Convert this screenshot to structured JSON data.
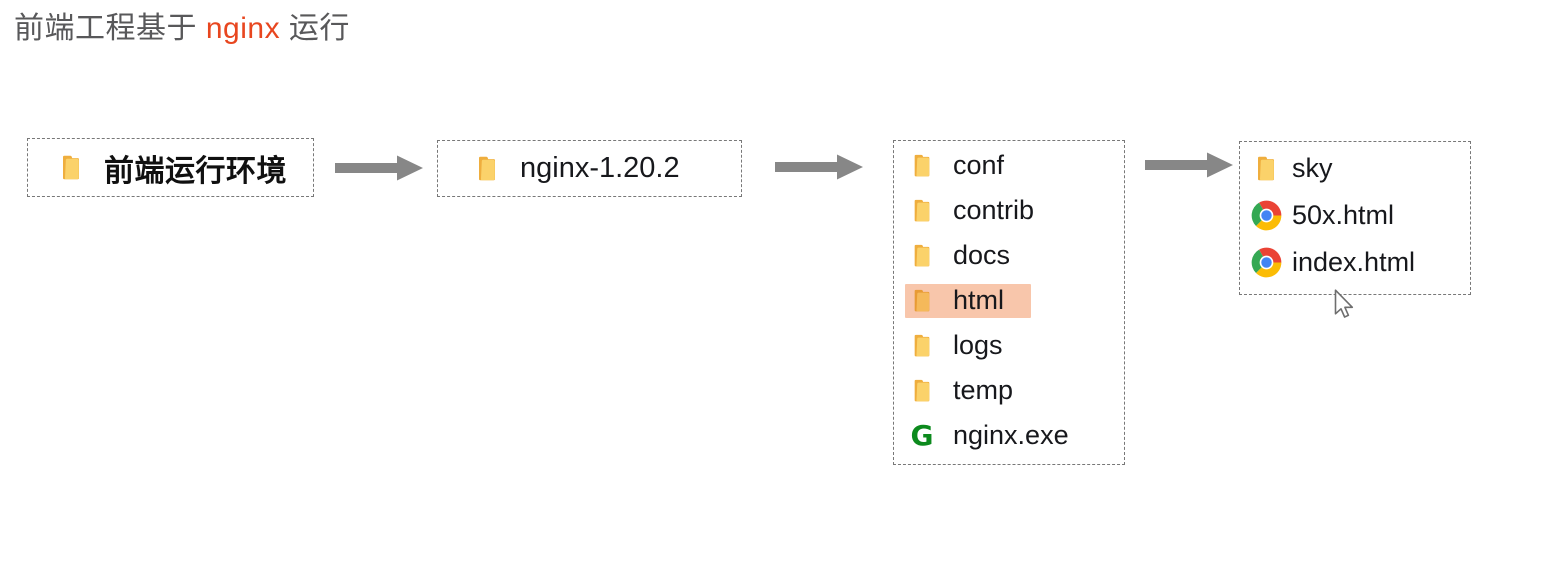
{
  "title": {
    "prefix": "前端工程基于 ",
    "highlight": "nginx",
    "suffix": " 运行"
  },
  "colors": {
    "title_text": "#58585a",
    "nginx_accent": "#e8461f",
    "list_text": "#17181c",
    "arrow_gray": "#878787",
    "dashed_border": "#787878",
    "highlight_bg": "#f8c6ab",
    "folder_yellow": "#fbd26a",
    "folder_shade": "#efae3e",
    "nginx_exe_green": "#0c8a1d",
    "chrome_red": "#ea4335",
    "chrome_yellow": "#fbbc05",
    "chrome_green": "#34a853",
    "chrome_blue": "#4285f4"
  },
  "cursor_icon": "arrow-pointer",
  "nodes": [
    {
      "id": "frontend-env",
      "items": [
        {
          "label": "前端运行环境",
          "icon": "folder",
          "highlighted": false
        }
      ]
    },
    {
      "id": "nginx-root",
      "items": [
        {
          "label": "nginx-1.20.2",
          "icon": "folder",
          "highlighted": false
        }
      ]
    },
    {
      "id": "nginx-directory-listing",
      "items": [
        {
          "label": "conf",
          "icon": "folder",
          "highlighted": false
        },
        {
          "label": "contrib",
          "icon": "folder",
          "highlighted": false
        },
        {
          "label": "docs",
          "icon": "folder",
          "highlighted": false
        },
        {
          "label": "html",
          "icon": "folder",
          "highlighted": true
        },
        {
          "label": "logs",
          "icon": "folder",
          "highlighted": false
        },
        {
          "label": "temp",
          "icon": "folder",
          "highlighted": false
        },
        {
          "label": "nginx.exe",
          "icon": "nginx-logo",
          "highlighted": false
        }
      ]
    },
    {
      "id": "html-folder-contents",
      "items": [
        {
          "label": "sky",
          "icon": "folder",
          "highlighted": false
        },
        {
          "label": "50x.html",
          "icon": "chrome",
          "highlighted": false
        },
        {
          "label": "index.html",
          "icon": "chrome",
          "highlighted": false
        }
      ]
    }
  ]
}
